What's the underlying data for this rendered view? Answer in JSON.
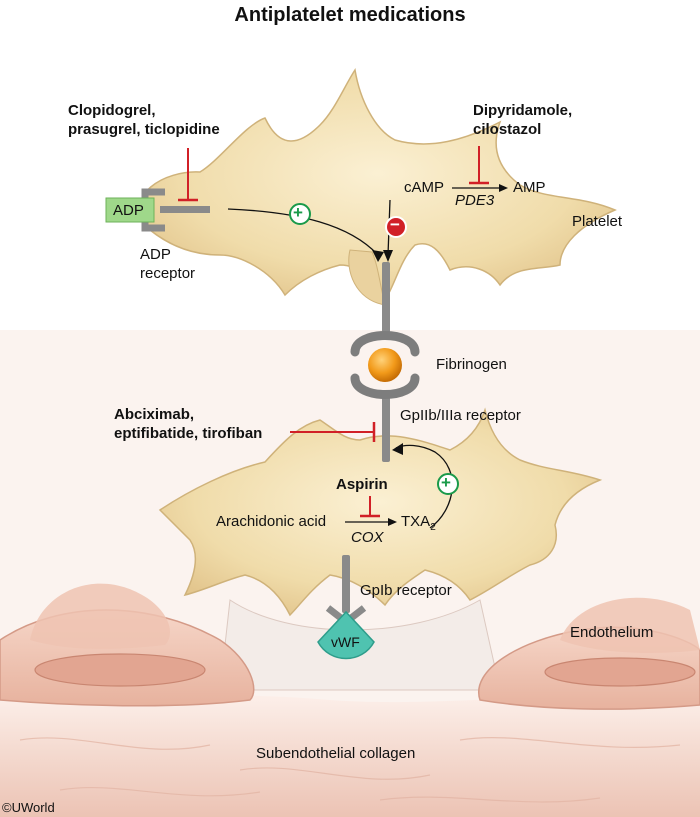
{
  "title": "Antiplatelet medications",
  "labels": {
    "clopidogrel_line1": "Clopidogrel,",
    "clopidogrel_line2": "prasugrel, ticlopidine",
    "dipyridamole_line1": "Dipyridamole,",
    "dipyridamole_line2": "cilostazol",
    "adp": "ADP",
    "adp_receptor_line1": "ADP",
    "adp_receptor_line2": "receptor",
    "camp": "cAMP",
    "amp": "AMP",
    "pde3": "PDE3",
    "platelet": "Platelet",
    "fibrinogen": "Fibrinogen",
    "abciximab_line1": "Abciximab,",
    "abciximab_line2": "eptifibatide, tirofiban",
    "gp2b3a": "GpIIb/IIIa receptor",
    "aspirin": "Aspirin",
    "arachidonic": "Arachidonic acid",
    "cox": "COX",
    "txa": "TXA",
    "txa_sub": "2",
    "gp1b": "GpIb receptor",
    "vwf": "vWF",
    "endothelium": "Endothelium",
    "subendothelial": "Subendothelial collagen",
    "copyright": "©UWorld"
  },
  "signs": {
    "plus": "+",
    "minus": "−"
  },
  "colors": {
    "platelet_fill": "#f2dfb3",
    "platelet_edge": "#c9ad78",
    "inhibit_red": "#d12027",
    "stimulate_green": "#1a9a4a",
    "receptor_gray": "#8a8a8a",
    "adp_green": "#9fd88a",
    "fibrinogen_orange": "#f29a1a",
    "vwf_teal": "#4fc3b0",
    "tissue_pink": "#f1d3c8"
  }
}
